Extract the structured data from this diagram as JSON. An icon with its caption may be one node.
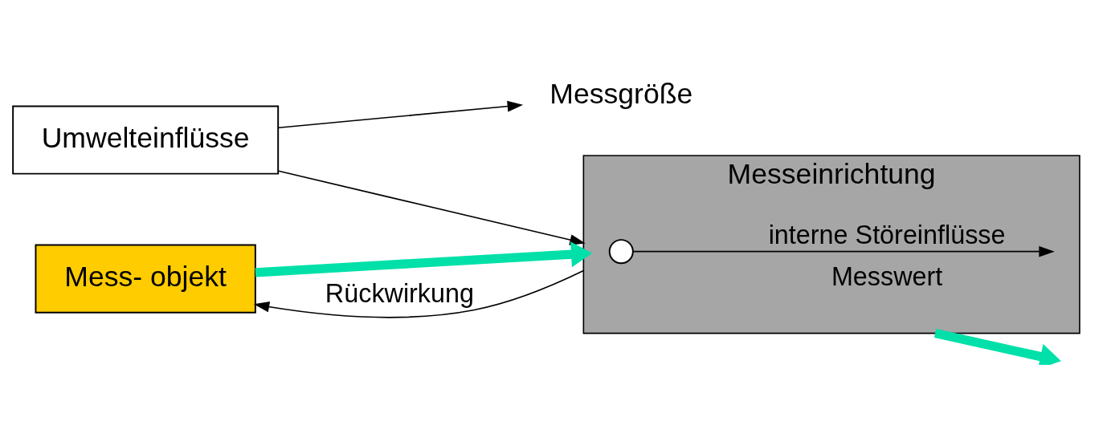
{
  "diagram": {
    "nodes": [
      {
        "text": [
          "Umwelteinflüsse"
        ]
      },
      {
        "text": [
          "Mess- objekt"
        ]
      },
      {
        "text": [
          "Messgröße"
        ]
      },
      {
        "text": [
          "Messeinrichtung"
        ]
      },
      {
        "text": [],
        "shape": "circle",
        "in": 3
      }
    ],
    "edges": [
      {
        "from": 0,
        "to": 2,
        "arrow": "to"
      },
      {
        "from": 0,
        "to": 3,
        "arrow": "to"
      },
      {
        "from": 1,
        "to": 3,
        "arrow": "to",
        "style": "thick",
        "color": "#00e0a8"
      },
      {
        "from": 3,
        "to": 1,
        "arrow": "to",
        "label": "Rückwirkung"
      },
      {
        "from": 3,
        "to": null,
        "arrow": "to",
        "label": "Messwert",
        "style": "thick",
        "color": "#00e0a8"
      },
      {
        "from": 4,
        "to": null,
        "arrow": "to",
        "label": "interne Störeinflüsse"
      }
    ]
  }
}
